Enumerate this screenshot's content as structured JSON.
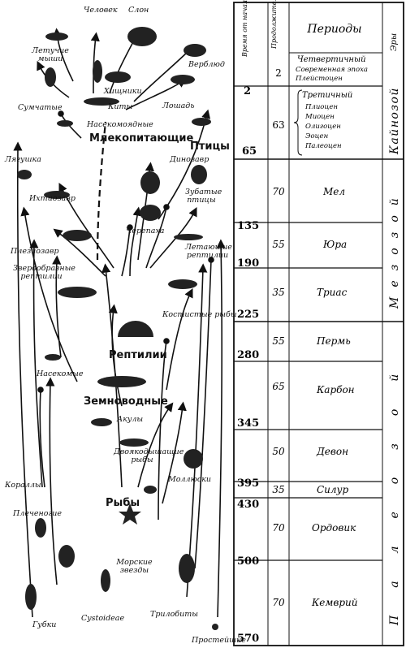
{
  "tree": {
    "labels": {
      "human": "Человек",
      "elephant": "Слон",
      "bats": "Летучие мыши",
      "predators": "Хищники",
      "camel": "Верблюд",
      "marsupials": "Сумчатые",
      "whales": "Киты",
      "horse": "Лошадь",
      "insectivores": "Насекомоядные",
      "mammals": "Млекопитающие",
      "birds": "Птицы",
      "frog": "Лягушка",
      "dinosaur": "Динозавр",
      "ichthyosaur": "Ихтиозавр",
      "toothed_birds": "Зубатые птицы",
      "turtle": "Черепаха",
      "plesiosaur": "Плезиозавр",
      "flying_reptiles": "Летающие рептилии",
      "beast_reptiles": "Зверообразные рептилии",
      "bony_fish": "Костистые рыбы",
      "reptiles": "Рептилии",
      "insects": "Насекомые",
      "amphibians": "Земноводные",
      "sharks": "Акулы",
      "lungfish": "Двоякодышащие рыбы",
      "mollusks": "Моллюски",
      "corals": "Кораллы",
      "brachiopods": "Плеченогие",
      "fish": "Рыбы",
      "starfish": "Морские звезды",
      "sponges": "Губки",
      "cystoideae": "Cystoideae",
      "trilobites": "Трилобиты",
      "protozoa": "Простейшие"
    }
  },
  "table": {
    "header_time": "Время от начала периода до наших дней, млн. лет",
    "header_duration": "Продолжитель-ность, млн. лет",
    "header_periods": "Периоды",
    "header_eras": "Эры",
    "quaternary": {
      "duration": "2",
      "name": "Четвертичный",
      "epochs": [
        "Современная эпоха",
        "Плейстоцен"
      ]
    },
    "tertiary": {
      "name": "Третичный",
      "duration": "63",
      "epochs": [
        "Плиоцен",
        "Миоцен",
        "Олигоцен",
        "Эоцен",
        "Палеоцен"
      ]
    },
    "periods": [
      {
        "name": "Мел",
        "duration": "70"
      },
      {
        "name": "Юра",
        "duration": "55"
      },
      {
        "name": "Триас",
        "duration": "35"
      },
      {
        "name": "Пермь",
        "duration": "55"
      },
      {
        "name": "Карбон",
        "duration": "65"
      },
      {
        "name": "Девон",
        "duration": "50"
      },
      {
        "name": "Силур",
        "duration": "35"
      },
      {
        "name": "Ордовик",
        "duration": "70"
      },
      {
        "name": "Кемврий",
        "duration": "70"
      }
    ],
    "boundaries": [
      "2",
      "65",
      "135",
      "190",
      "225",
      "280",
      "345",
      "395",
      "430",
      "500",
      "570"
    ],
    "eras": {
      "cenozoic": "Кайнозой",
      "mesozoic": "Мезозой",
      "paleozoic": "Палеозой"
    }
  }
}
